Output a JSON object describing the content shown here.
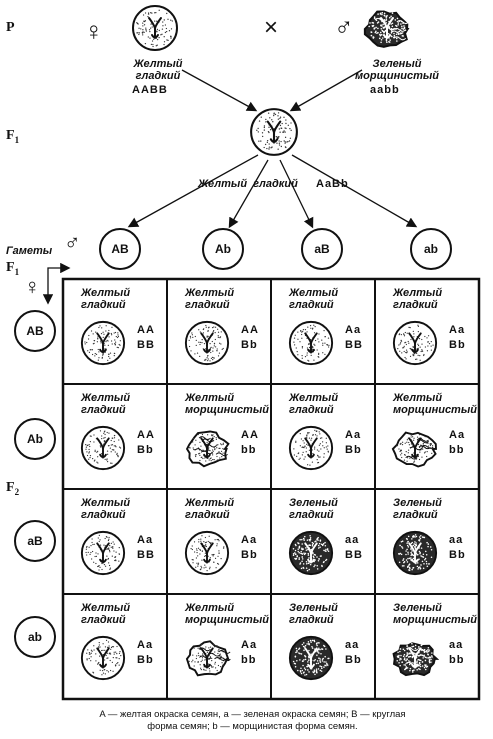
{
  "labels": {
    "p": "P",
    "f1": "F",
    "f1_sub": "1",
    "f1b": "F",
    "f1b_sub": "1",
    "f2": "F",
    "f2_sub": "2",
    "female": "♀",
    "male": "♂",
    "cross": "×",
    "gametes": "Гаметы"
  },
  "parents": {
    "left": {
      "phen1": "Желтый",
      "phen2": "гладкий",
      "genotype": "AABB"
    },
    "right": {
      "phen1": "Зеленый",
      "phen2": "морщинистый",
      "genotype": "aabb"
    }
  },
  "f1_text": {
    "phen1": "Желтый",
    "phen2": "гладкий",
    "genotype": "AaBb"
  },
  "gametes_top": [
    "AB",
    "Ab",
    "aB",
    "ab"
  ],
  "gametes_left": [
    "AB",
    "Ab",
    "aB",
    "ab"
  ],
  "grid": [
    [
      {
        "phen1": "Желтый",
        "phen2": "гладкий",
        "g1": "AA",
        "g2": "BB",
        "seed": "yellow-smooth"
      },
      {
        "phen1": "Желтый",
        "phen2": "гладкий",
        "g1": "AA",
        "g2": "Bb",
        "seed": "yellow-smooth"
      },
      {
        "phen1": "Желтый",
        "phen2": "гладкий",
        "g1": "Aa",
        "g2": "BB",
        "seed": "yellow-smooth"
      },
      {
        "phen1": "Желтый",
        "phen2": "гладкий",
        "g1": "Aa",
        "g2": "Bb",
        "seed": "yellow-smooth"
      }
    ],
    [
      {
        "phen1": "Желтый",
        "phen2": "гладкий",
        "g1": "AA",
        "g2": "Bb",
        "seed": "yellow-smooth"
      },
      {
        "phen1": "Желтый",
        "phen2": "морщинистый",
        "g1": "AA",
        "g2": "bb",
        "seed": "yellow-wrinkled"
      },
      {
        "phen1": "Желтый",
        "phen2": "гладкий",
        "g1": "Aa",
        "g2": "Bb",
        "seed": "yellow-smooth"
      },
      {
        "phen1": "Желтый",
        "phen2": "морщинистый",
        "g1": "Aa",
        "g2": "bb",
        "seed": "yellow-wrinkled"
      }
    ],
    [
      {
        "phen1": "Желтый",
        "phen2": "гладкий",
        "g1": "Aa",
        "g2": "BB",
        "seed": "yellow-smooth"
      },
      {
        "phen1": "Желтый",
        "phen2": "гладкий",
        "g1": "Aa",
        "g2": "Bb",
        "seed": "yellow-smooth"
      },
      {
        "phen1": "Зеленый",
        "phen2": "гладкий",
        "g1": "aa",
        "g2": "BB",
        "seed": "green-smooth"
      },
      {
        "phen1": "Зеленый",
        "phen2": "гладкий",
        "g1": "aa",
        "g2": "Bb",
        "seed": "green-smooth"
      }
    ],
    [
      {
        "phen1": "Желтый",
        "phen2": "гладкий",
        "g1": "Aa",
        "g2": "Bb",
        "seed": "yellow-smooth"
      },
      {
        "phen1": "Желтый",
        "phen2": "морщинистый",
        "g1": "Aa",
        "g2": "bb",
        "seed": "yellow-wrinkled"
      },
      {
        "phen1": "Зеленый",
        "phen2": "гладкий",
        "g1": "aa",
        "g2": "Bb",
        "seed": "green-smooth"
      },
      {
        "phen1": "Зеленый",
        "phen2": "морщинистый",
        "g1": "aa",
        "g2": "bb",
        "seed": "green-wrinkled"
      }
    ]
  ],
  "footer": {
    "line1": "A — желтая окраска семян, a — зеленая окраска семян; B — круглая",
    "line2": "форма семян; b — морщинистая форма семян."
  },
  "colors": {
    "ink": "#111111",
    "paper": "#ffffff",
    "dots": "#333333"
  }
}
